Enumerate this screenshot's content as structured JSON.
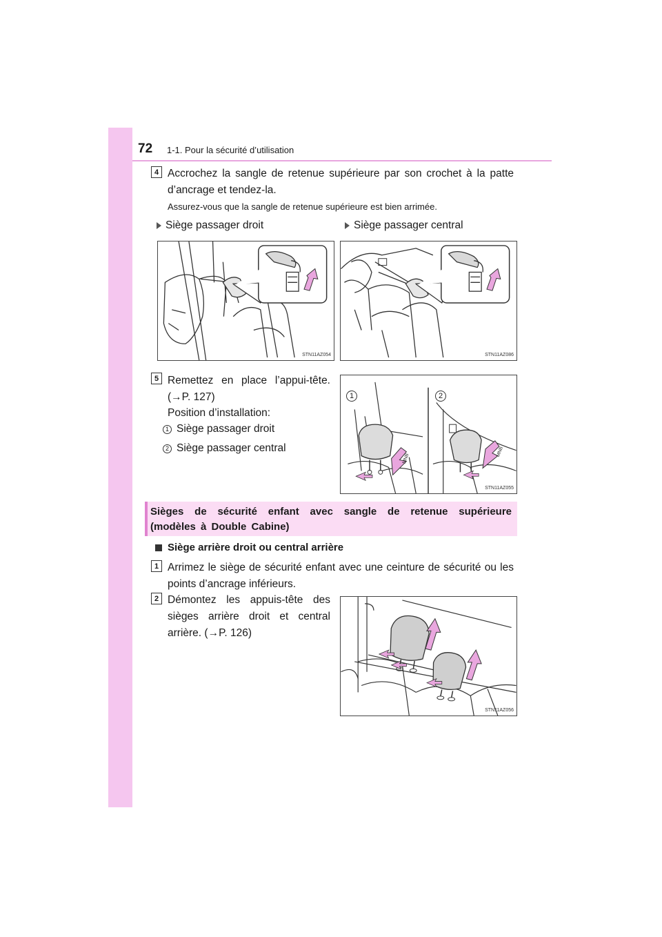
{
  "header": {
    "page_number": "72",
    "section": "1-1. Pour la sécurité d’utilisation"
  },
  "step4": {
    "number": "4",
    "text": "Accrochez la sangle de retenue supérieure par son crochet à la patte d’ancrage et tendez-la.",
    "note": "Assurez-vous que la sangle de retenue supérieure est bien arrimée.",
    "label_left": "Siège passager droit",
    "label_right": "Siège passager central",
    "fig_left_code": "STN11AZ054",
    "fig_right_code": "STN11AZ086"
  },
  "step5": {
    "number": "5",
    "text": "Remettez en place l’appui-tête. (→P. 127)",
    "position_title": "Position d’installation:",
    "positions": [
      {
        "num": "1",
        "label": "Siège passager droit"
      },
      {
        "num": "2",
        "label": "Siège passager central"
      }
    ],
    "fig_code": "STN11AZ055",
    "fig_marker_1": "1",
    "fig_marker_2": "2"
  },
  "banner": {
    "title": "Sièges de sécurité enfant avec sangle de retenue supérieure (modèles à Double Cabine)"
  },
  "subsection": {
    "title": "Siège arrière droit ou central arrière"
  },
  "step1": {
    "number": "1",
    "text": "Arrimez le siège de sécurité enfant avec une ceinture de sécurité ou les points d’ancrage inférieurs."
  },
  "step2": {
    "number": "2",
    "text": "Démontez les appuis-tête des sièges arrière droit et central arrière. (→P. 126)",
    "fig_code": "STN11AZ056"
  },
  "colors": {
    "sidebar": "#f5c6ef",
    "banner": "#fbdcf4",
    "accent": "#e083cf",
    "arrow": "#e9a6de"
  }
}
